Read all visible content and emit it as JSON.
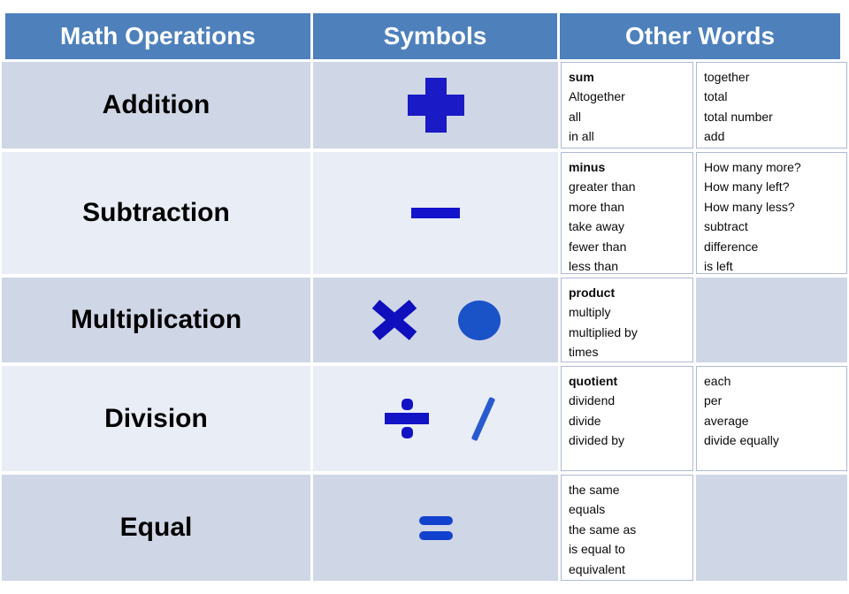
{
  "table": {
    "headers": [
      "Math Operations",
      "Symbols",
      "Other Words"
    ],
    "rows": [
      {
        "operation": "Addition",
        "symbols": [
          "bold-plus"
        ],
        "left_words": [
          "sum",
          "Altogether",
          "all",
          "in all"
        ],
        "right_words": [
          "together",
          "total",
          "total number",
          "add"
        ]
      },
      {
        "operation": "Subtraction",
        "symbols": [
          "bold-minus"
        ],
        "left_words": [
          "minus",
          "greater than",
          "more than",
          "take away",
          "fewer than",
          "less than"
        ],
        "right_words": [
          "How many more?",
          "How many left?",
          "How many less?",
          "subtract",
          "difference",
          "is left"
        ]
      },
      {
        "operation": "Multiplication",
        "symbols": [
          "times-x",
          "dot-circle"
        ],
        "left_words": [
          "product",
          "multiply",
          "multiplied by",
          "times"
        ],
        "right_words": []
      },
      {
        "operation": "Division",
        "symbols": [
          "obelus",
          "slash"
        ],
        "left_words": [
          "quotient",
          "dividend",
          "divide",
          "divided by"
        ],
        "right_words": [
          "each",
          "per",
          "average",
          "divide equally"
        ]
      },
      {
        "operation": "Equal",
        "symbols": [
          "equals-sign"
        ],
        "left_words": [
          "the same",
          "equals",
          "the same as",
          "is equal to",
          "equivalent"
        ],
        "right_words": []
      }
    ]
  },
  "colors": {
    "header_bg": "#4e80bc",
    "header_text": "#ffffff",
    "row_dark": "#cfd6e6",
    "row_light": "#e9edf5",
    "plus_minus_blue": "#1a1ac6",
    "x_blue": "#0f0fbe",
    "circle_blue": "#1a52c8",
    "slash_blue": "#2a5ad0",
    "equals_blue": "#1242cd",
    "word_box_bg": "#ffffff",
    "word_box_border": "#aebad2",
    "body_text": "#000000"
  }
}
